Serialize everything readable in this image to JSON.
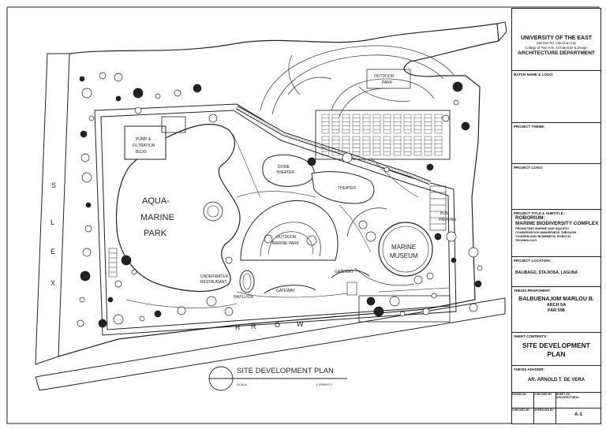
{
  "plan": {
    "aqua_marine_park": [
      "AQUA-",
      "MARINE",
      "PARK"
    ],
    "outdoor_park": [
      "OUTDOOR",
      "PARK"
    ],
    "pump_building": [
      "PUMP &",
      "FILTRATION",
      "BLDG"
    ],
    "dome_theater": [
      "DOME",
      "THEATER"
    ],
    "theater": "THEATER",
    "outdoor_marine_park": [
      "OUTDOOR",
      "MARINE PARK"
    ],
    "marine_museum": [
      "MARINE",
      "MUSEUM"
    ],
    "bus_parking": [
      "BUS",
      "PARKING"
    ],
    "underwater_restaurant": [
      "UNDERWATER",
      "RESTAURANT"
    ],
    "pavilion": "PAVILLION",
    "gateway_left": "GATEWAY",
    "gateway_right": "GATEWAY",
    "slex": [
      "S",
      "L",
      "E",
      "X"
    ],
    "rrow": [
      "R",
      "R",
      "O",
      "W"
    ],
    "drawing_title": "SITE DEVELOPMENT PLAN",
    "scale_label": "SCALE",
    "scale_value": "1:2000MTS"
  },
  "title_block": {
    "university": "UNIVERSITY OF THE EAST",
    "address": "Samson Rd. Caloocan City",
    "college": "College of Fine Arts, Architecture & Design",
    "department": "ARCHITECTURE DEPARTMENT",
    "batch_label": "BATCH NAME & LOGO:",
    "theme_label": "PROJECT THEME:",
    "logo_label": "PROJECT LOGO:",
    "title_label": "PROJECT TITLE & SUBTITLE:",
    "project_title": "ROBORIUM:",
    "project_subtitle": "MARINE BIODIVERSITY COMPLEX",
    "project_desc": [
      "PROMOTING MARINE AND AQUATIC",
      "CONSERVATION AWARENESS THROUGH",
      "TOURISM AND BIOMIMETIC ROBOTIC",
      "TECHNOLOGY"
    ],
    "location_label": "PROJECT LOCATION:",
    "location": "BALIBAGO, STA.ROSA, LAGUNA",
    "proponent_label": "THESIS PROPONENT:",
    "proponent": "BALBUENA,KIM MARLOU B.",
    "section": "ARCH 5A",
    "course": "FAR 598",
    "contents_label": "SHEET CONTENTS:",
    "sheet_name": [
      "SITE DEVELOPMENT",
      "PLAN"
    ],
    "adviser_label": "THESIS ADVISER:",
    "adviser": "AR. ARNOLD T. DE VERA",
    "drawn_by": "DRAWN BY",
    "checked_by": "CHECKED BY",
    "sheet_no": "SHEET NO.",
    "architectural": "ARCHITECTURAL",
    "checked_by2": "CHECKED BY",
    "approved_by": "APPROVED BY",
    "sheet_code": "A-1"
  }
}
